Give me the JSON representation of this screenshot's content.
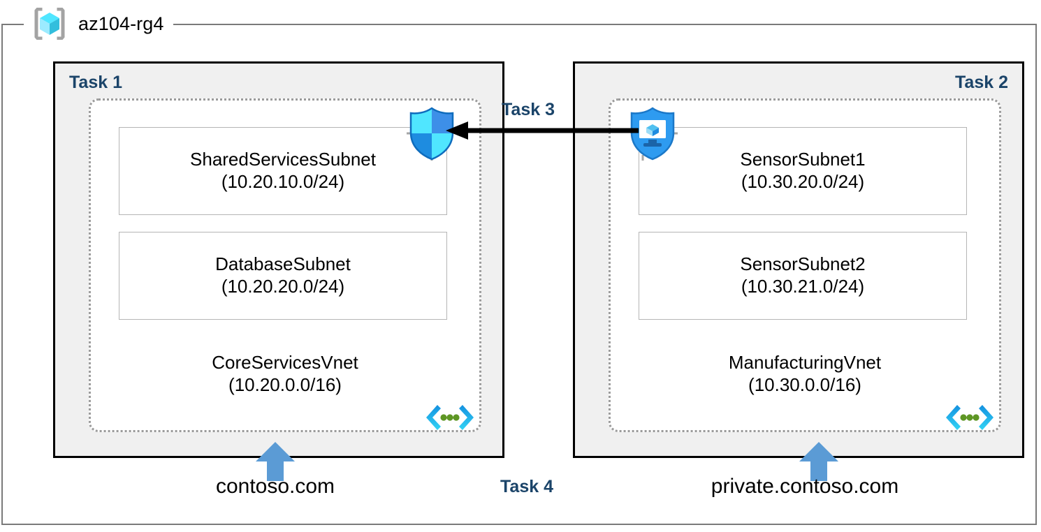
{
  "resource_group": {
    "name": "az104-rg4",
    "icon": "azure-resource-group-cube-icon"
  },
  "tasks": {
    "task1_label": "Task 1",
    "task2_label": "Task 2",
    "task3_label": "Task 3",
    "task4_label": "Task 4"
  },
  "vnets": [
    {
      "id": "core",
      "name": "CoreServicesVnet",
      "cidr": "(10.20.0.0/16)",
      "icon": "virtual-network-icon",
      "subnets": [
        {
          "name": "SharedServicesSubnet",
          "cidr": "(10.20.10.0/24)"
        },
        {
          "name": "DatabaseSubnet",
          "cidr": "(10.20.20.0/24)"
        }
      ],
      "dns_zone": "contoso.com",
      "dns_arrow_icon": "up-arrow-icon"
    },
    {
      "id": "manufacturing",
      "name": "ManufacturingVnet",
      "cidr": "(10.30.0.0/16)",
      "icon": "virtual-network-icon",
      "subnets": [
        {
          "name": "SensorSubnet1",
          "cidr": "(10.30.20.0/24)"
        },
        {
          "name": "SensorSubnet2",
          "cidr": "(10.30.21.0/24)"
        }
      ],
      "dns_zone": "private.contoso.com",
      "dns_arrow_icon": "up-arrow-icon"
    }
  ],
  "connection": {
    "icon_left": "network-security-shield-icon",
    "icon_right": "bastion-shield-monitor-icon",
    "arrow_icon": "left-arrow-icon",
    "direction": "right-to-left"
  },
  "colors": {
    "task_label": "#1B4469",
    "panel_fill": "#F0F0F0",
    "panel_border": "#000000",
    "vnet_border": "#9A9A9A",
    "subnet_border": "#B5B5B5",
    "rg_border": "#7A7A7A",
    "arrow_blue": "#5B9BD5",
    "shield_cyan": "#50E6FF",
    "shield_blue": "#0078D4",
    "vnet_glyph_blue": "#1490DF",
    "vnet_glyph_cyan": "#32BEDD",
    "vnet_glyph_green": "#5E9624",
    "connector_arrow": "#000000"
  }
}
